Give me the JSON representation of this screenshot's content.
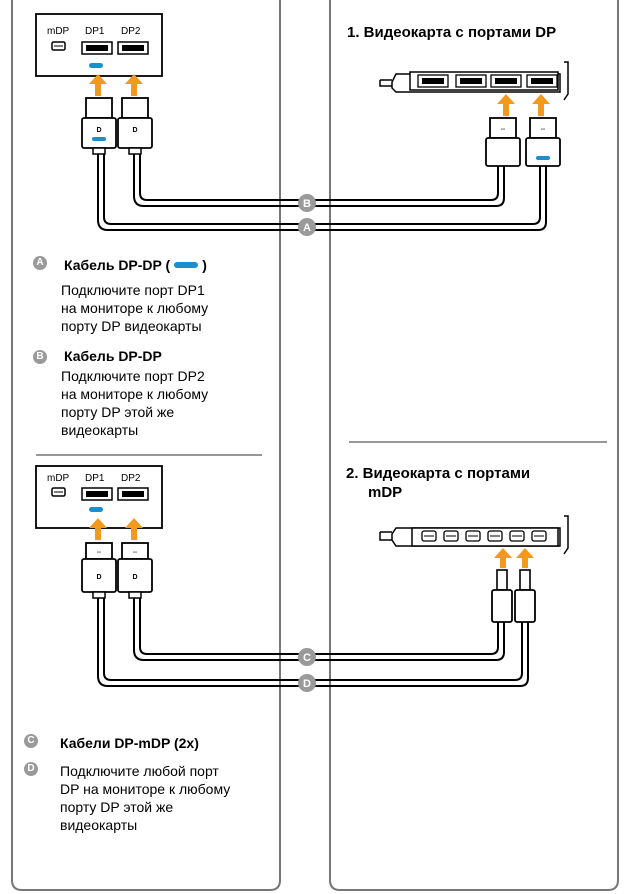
{
  "left_panel": {
    "top_block": {
      "ports": [
        "mDP",
        "DP1",
        "DP2"
      ]
    },
    "bottom_block": {
      "ports": [
        "mDP",
        "DP1",
        "DP2"
      ]
    },
    "legend": {
      "a_letter": "A",
      "a_title_prefix": "Кабель DP-DP (",
      "a_title_suffix": ")",
      "a_text": [
        "Подключите порт DP1",
        "на мониторе к любому",
        "порту DP видеокарты"
      ],
      "b_letter": "B",
      "b_title": "Кабель DP-DP",
      "b_text": [
        "Подключите порт DP2",
        "на мониторе к любому",
        "порту DP этой же",
        "видеокарты"
      ],
      "c_letter": "C",
      "c_title": "Кабели DP-mDP (2x)",
      "d_letter": "D",
      "d_text": [
        "Подключите любой порт",
        "DP на мониторе к любому",
        "порту DP этой же",
        "видеокарты"
      ]
    }
  },
  "right_panel": {
    "card1_title": "1. Видеокарта с портами DP",
    "card2_title_line1": "2. Видеокарта с портами",
    "card2_title_line2": "mDP"
  },
  "cable_labels": {
    "top_upper": "B",
    "top_lower": "A",
    "bottom_upper": "C",
    "bottom_lower": "D"
  },
  "connector_glyph": "D",
  "colors": {
    "arrow": "#f39a1e",
    "marker_blue": "#1a8fd0",
    "badge_gray": "#9a9a9a",
    "line_gray": "#777777"
  }
}
